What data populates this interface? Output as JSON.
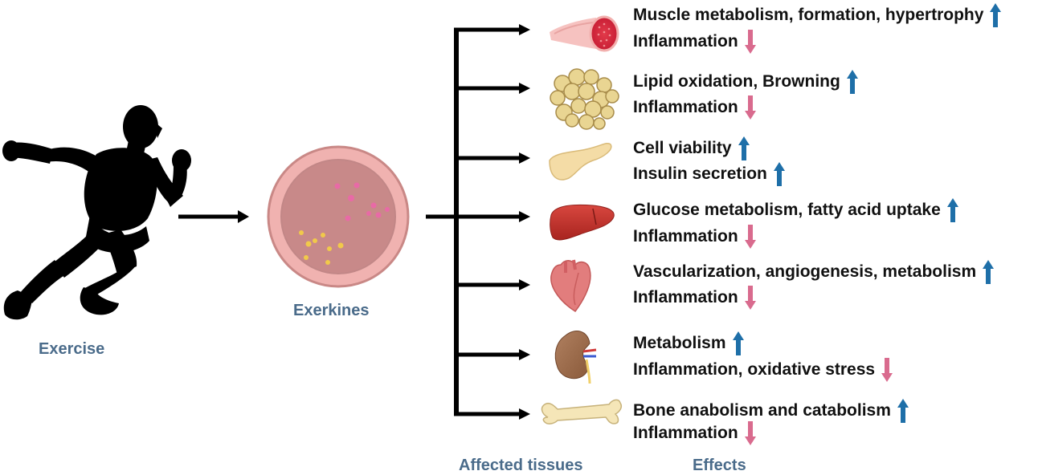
{
  "colors": {
    "up_arrow": "#1e6fa8",
    "down_arrow": "#d96b8e",
    "caption": "#4a6b8a",
    "text": "#111111"
  },
  "captions": {
    "exercise": "Exercise",
    "exerkines": "Exerkines",
    "affected_tissues": "Affected tissues",
    "effects": "Effects"
  },
  "tissues": [
    {
      "icon": "muscle-icon",
      "effects": [
        {
          "text": "Muscle metabolism, formation, hypertrophy",
          "direction": "up"
        },
        {
          "text": "Inflammation",
          "direction": "down"
        }
      ]
    },
    {
      "icon": "adipose-icon",
      "effects": [
        {
          "text": "Lipid oxidation, Browning",
          "direction": "up"
        },
        {
          "text": "Inflammation",
          "direction": "down"
        }
      ]
    },
    {
      "icon": "pancreas-icon",
      "effects": [
        {
          "text": "Cell viability",
          "direction": "up"
        },
        {
          "text": "Insulin secretion",
          "direction": "up"
        }
      ]
    },
    {
      "icon": "liver-icon",
      "effects": [
        {
          "text": "Glucose metabolism, fatty acid uptake",
          "direction": "up"
        },
        {
          "text": "Inflammation",
          "direction": "down"
        }
      ]
    },
    {
      "icon": "heart-icon",
      "effects": [
        {
          "text": "Vascularization, angiogenesis, metabolism",
          "direction": "up"
        },
        {
          "text": "Inflammation",
          "direction": "down"
        }
      ]
    },
    {
      "icon": "kidney-icon",
      "effects": [
        {
          "text": "Metabolism",
          "direction": "up"
        },
        {
          "text": "Inflammation, oxidative stress",
          "direction": "down"
        }
      ]
    },
    {
      "icon": "bone-icon",
      "effects": [
        {
          "text": "Bone anabolism and catabolism",
          "direction": "up"
        },
        {
          "text": "Inflammation",
          "direction": "down"
        }
      ]
    }
  ]
}
